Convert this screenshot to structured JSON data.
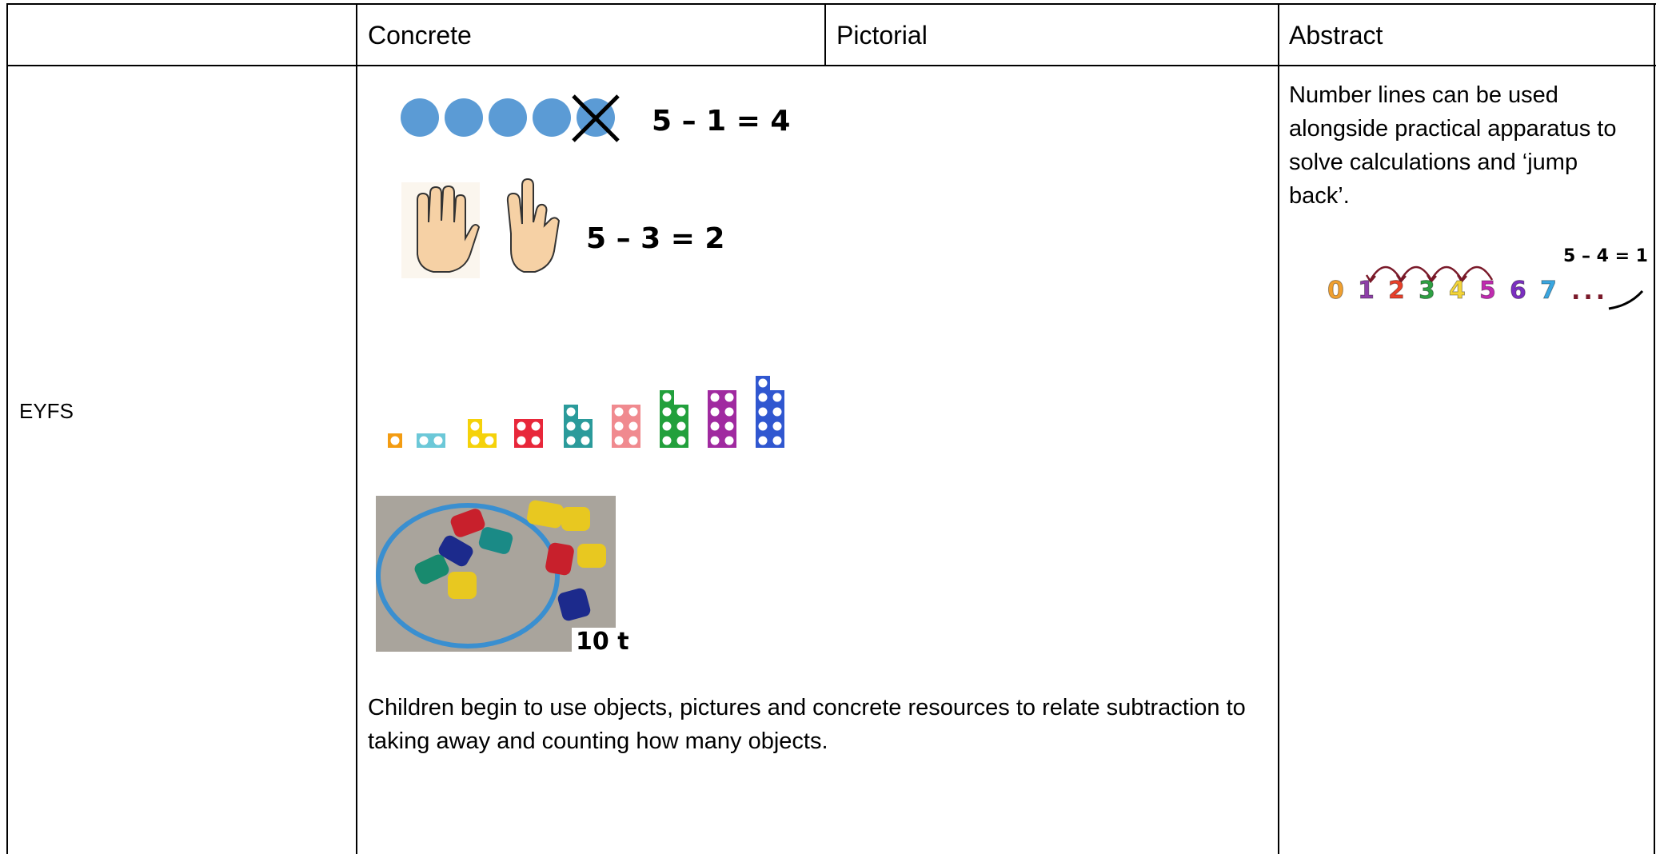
{
  "table": {
    "headers": [
      "",
      "Concrete",
      "Pictorial",
      "Abstract"
    ],
    "row_label": "EYFS"
  },
  "concrete": {
    "equation_counters": "5 – 1 = 4",
    "equation_fingers": "5 – 3 = 2",
    "photo_caption": "10 t",
    "description": "Children begin to use objects, pictures and concrete resources to relate subtraction to taking away and counting how many objects."
  },
  "abstract": {
    "description": "Number lines can be used alongside practical apparatus to solve calculations and ‘jump back’.",
    "equation": "5 – 4 = 1",
    "numbers": [
      "0",
      "1",
      "2",
      "3",
      "4",
      "5",
      "6",
      "7"
    ],
    "ellipsis": "...",
    "number_colors": [
      "#f0a030",
      "#8e3fa8",
      "#e8402a",
      "#2ea043",
      "#f2d43a",
      "#c02bb0",
      "#7b2fc0",
      "#3aa6e0"
    ]
  },
  "colors": {
    "counter_blue": "#5b9bd5",
    "numicon": [
      "#f39c12",
      "#6cc8d8",
      "#f5d20a",
      "#e8273a",
      "#2b9b9b",
      "#f08a8f",
      "#22a03c",
      "#a02aa0",
      "#3057d0"
    ]
  }
}
